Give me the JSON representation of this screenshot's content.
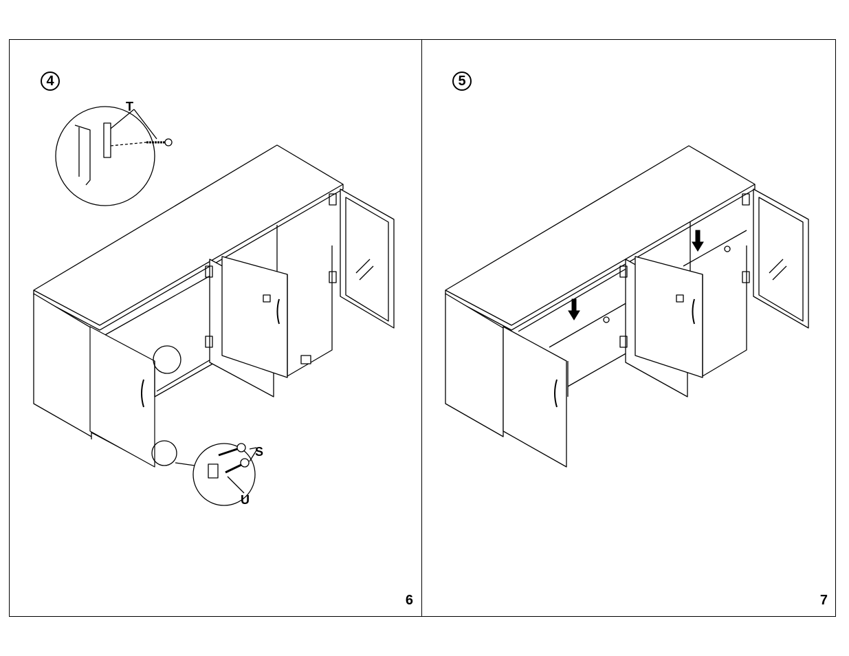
{
  "pages": [
    {
      "step": "4",
      "page_number": "6",
      "labels": {
        "T": "T",
        "S": "S",
        "U": "U"
      }
    },
    {
      "step": "5",
      "page_number": "7"
    }
  ]
}
